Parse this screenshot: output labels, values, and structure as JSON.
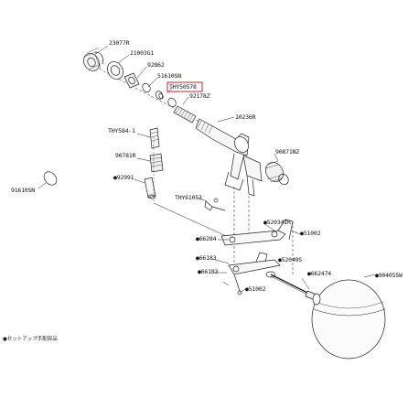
{
  "diagram": {
    "part_labels": [
      {
        "id": "p23077r",
        "text": "23077R"
      },
      {
        "id": "p21003g1",
        "text": "21003G1"
      },
      {
        "id": "p92862",
        "text": "92862"
      },
      {
        "id": "p51610sn",
        "text": "51610SN"
      },
      {
        "id": "pthy50578",
        "text": "THY50578"
      },
      {
        "id": "p92178z",
        "text": "92178Z"
      },
      {
        "id": "p10236r",
        "text": "10236R"
      },
      {
        "id": "pthy584",
        "text": "THY584-1"
      },
      {
        "id": "p90781r",
        "text": "90781R"
      },
      {
        "id": "p90871nz",
        "text": "90871NZ"
      },
      {
        "id": "p92991",
        "text": "●92991"
      },
      {
        "id": "pthy61053",
        "text": "THY61053"
      },
      {
        "id": "p91610sn",
        "text": "91610SN"
      },
      {
        "id": "p52034ir",
        "text": "●52034IR"
      },
      {
        "id": "p51002a",
        "text": "●51002"
      },
      {
        "id": "p66284",
        "text": "●66284"
      },
      {
        "id": "p66183a",
        "text": "●66183"
      },
      {
        "id": "p52049s",
        "text": "●52049S"
      },
      {
        "id": "p66183b",
        "text": "●66183"
      },
      {
        "id": "p662474",
        "text": "●662474"
      },
      {
        "id": "p904055w",
        "text": "●904055W"
      },
      {
        "id": "p51002b",
        "text": "●51002"
      }
    ],
    "highlight_color": "#d21d2a",
    "note": "●セットアップ手配部品"
  }
}
